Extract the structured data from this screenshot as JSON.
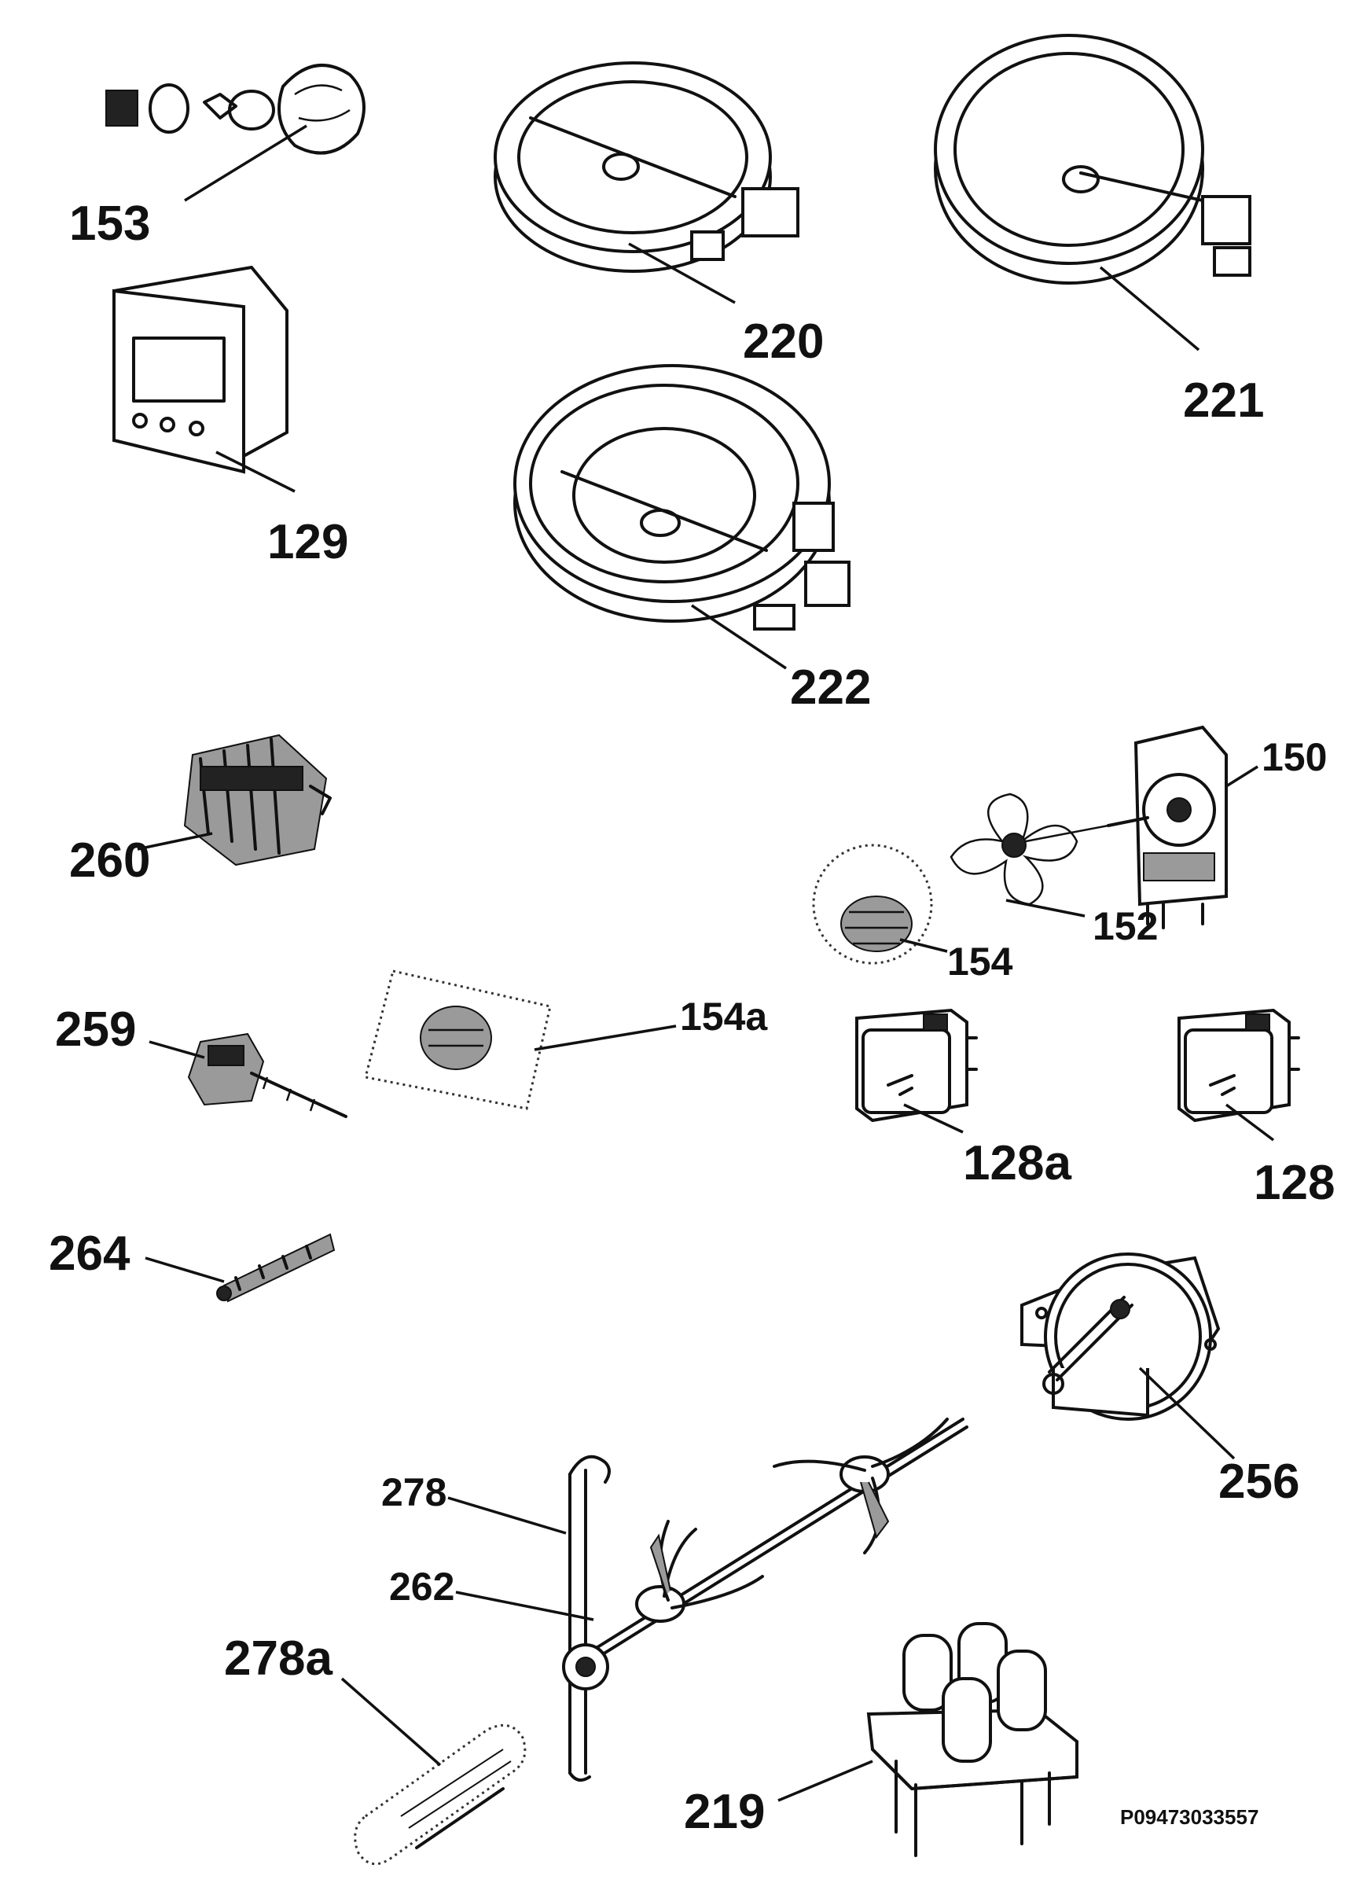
{
  "labels": {
    "p153": "153",
    "p220": "220",
    "p221": "221",
    "p129": "129",
    "p222": "222",
    "p260": "260",
    "p150": "150",
    "p152": "152",
    "p154": "154",
    "p259": "259",
    "p154a": "154a",
    "p128a": "128a",
    "p128": "128",
    "p264": "264",
    "p256": "256",
    "p278": "278",
    "p262": "262",
    "p278a": "278a",
    "p219": "219"
  },
  "reference_code": "P09473033557"
}
